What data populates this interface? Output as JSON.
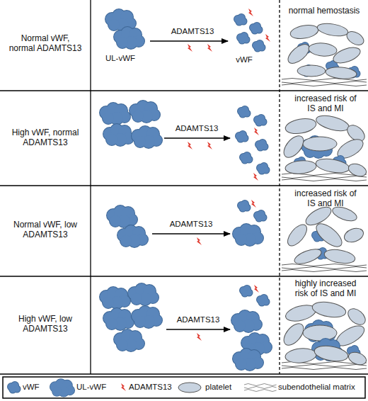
{
  "diagram": {
    "labels": [
      "Normal vWF, normal ADAMTS13",
      "UL-vWF",
      "ADAMTS13",
      "vWF",
      "normal hemostasis",
      "High vWF, normal ADAMTS13",
      "ADAMTS13",
      "increased risk of IS and MI",
      "Normal vWF, low ADAMTS13",
      "ADAMTS13",
      "increased risk of IS and MI",
      "High vWF, low ADAMTS13",
      "ADAMTS13",
      "highly increased risk of IS and MI"
    ],
    "legend": [
      {
        "text": "vWF"
      },
      {
        "text": "UL-vWF"
      },
      {
        "text": "ADAMTS13"
      },
      {
        "text": "platelet"
      },
      {
        "text": "subendothelial matrix"
      }
    ]
  }
}
